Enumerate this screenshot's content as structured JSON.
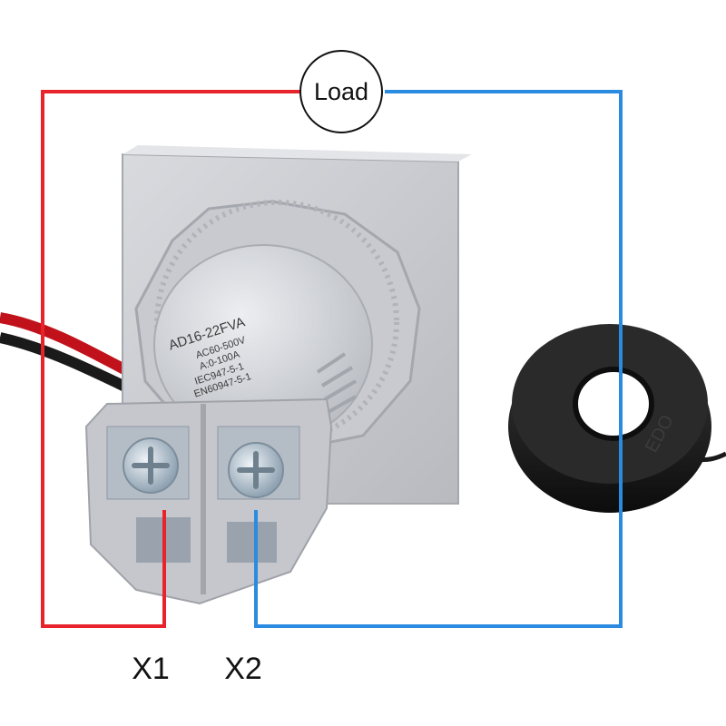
{
  "diagram": {
    "load_label": "Load",
    "terminal_x1": "X1",
    "terminal_x2": "X2",
    "device_model": "AD16-22FVA",
    "device_rating_voltage": "AC60-500V",
    "device_rating_current": "A:0-100A",
    "device_standard_1": "IEC947-5-1",
    "device_standard_2": "EN60947-5-1",
    "ct_brand": "EDO",
    "colors": {
      "wire_x1": "#e8232b",
      "wire_x2": "#2a8be0",
      "device_body": "#c9cbd0",
      "ct_body": "#1e1e1e"
    }
  }
}
